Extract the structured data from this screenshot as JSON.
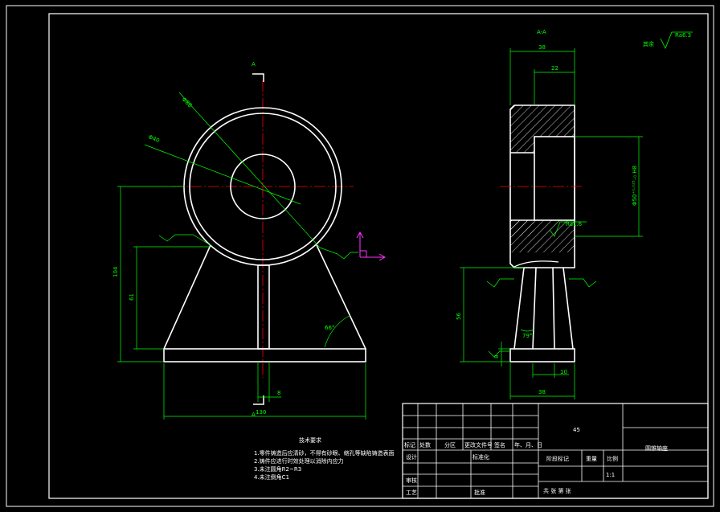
{
  "drawing": {
    "section_label": "A",
    "section_title": "A-A",
    "dims_front": {
      "d_outer": "Φ88",
      "d_inner": "Φ40",
      "h_total": "104",
      "h_mid": "61",
      "angle": "66°",
      "width": "130",
      "web": "8"
    },
    "dims_side": {
      "w_top": "38",
      "w_bore": "22",
      "bore_tol": "Φ50⁺⁰·⁰²⁵₋₀ H8",
      "ra_bore": "Ra1.6",
      "h_leg": "56",
      "angle": "79°",
      "base_h": "8",
      "base_w": "38",
      "gap": "10"
    },
    "roughness": {
      "label": "其余",
      "value": "Ra6.3"
    },
    "notes": {
      "title": "技术要求",
      "items": [
        "1.零件铸造后应清砂，不得有砂眼、缩孔等缺陷铸造表面",
        "2.铸件应进行时效处理以消除内应力",
        "3.未注圆角R2~R3",
        "4.未注倒角C1"
      ]
    },
    "title_block": {
      "material": "45",
      "part_name": "圆锥轴座",
      "scale": "1:1",
      "labels": {
        "mark": "标记",
        "count": "处数",
        "zone": "分区",
        "doc_no": "更改文件号",
        "sign": "签名",
        "date": "年、月、日",
        "design": "设计",
        "standard": "标准化",
        "stage_mark": "阶段标记",
        "weight": "重量",
        "ratio": "比例",
        "review": "审核",
        "process": "工艺",
        "approve": "批准",
        "sheet": "共  张  第  张"
      }
    }
  }
}
